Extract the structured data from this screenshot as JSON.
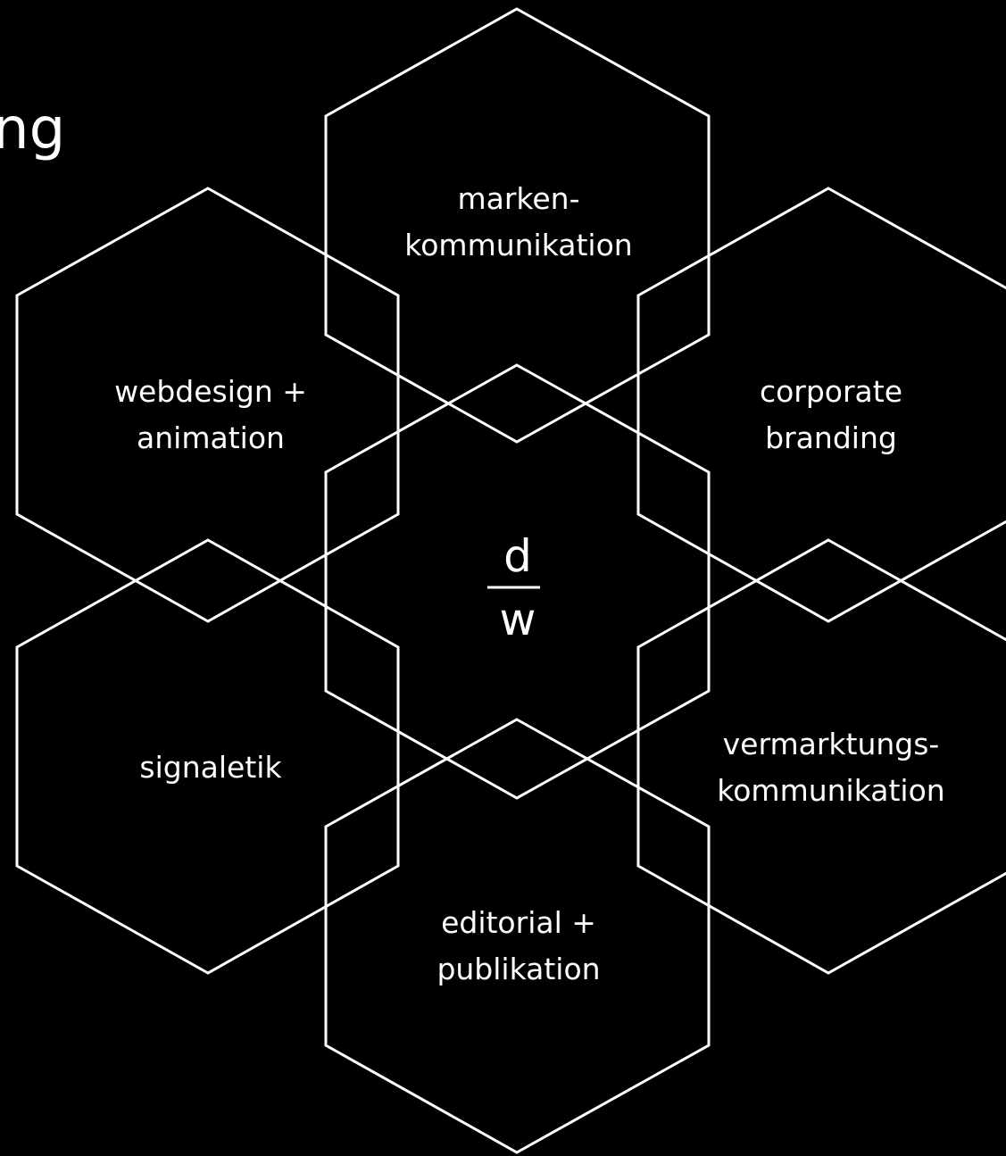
{
  "page": {
    "heading_fragment": "ng",
    "background": "#000000",
    "foreground": "#ffffff"
  },
  "logo": {
    "top_letter": "d",
    "bottom_letter": "w"
  },
  "hexagons": {
    "top": {
      "line1": "marken-",
      "line2": "kommunikation"
    },
    "upper_left": {
      "line1": "webdesign +",
      "line2": "animation"
    },
    "upper_right": {
      "line1": "corporate",
      "line2": "branding"
    },
    "center": {
      "line1": "",
      "line2": ""
    },
    "lower_left": {
      "line1": "signaletik",
      "line2": ""
    },
    "lower_right": {
      "line1": "vermarktungs-",
      "line2": "kommunikation"
    },
    "bottom": {
      "line1": "editorial +",
      "line2": "publikation"
    }
  }
}
